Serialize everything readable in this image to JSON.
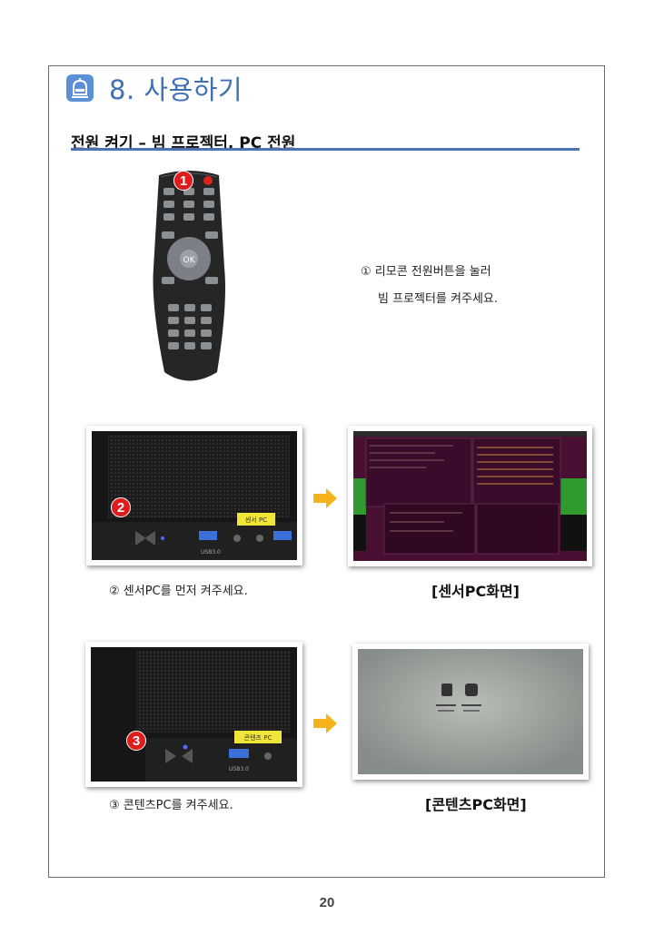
{
  "header": {
    "title": "8. 사용하기",
    "icon": "robot-icon",
    "accent": "#3f6fb4"
  },
  "section": {
    "title": "전원 켜기 – 빔 프로젝터, PC 전원",
    "line_color": "#4a73b6"
  },
  "step1": {
    "badge": "1",
    "line1": "① 리모콘 전원버튼을 눌러",
    "line2": "빔 프로젝터를 켜주세요.",
    "remote_ok": "OK"
  },
  "step2": {
    "badge": "2",
    "caption": "② 센서PC를 먼저 켜주세요.",
    "label_sticker": "센서 PC",
    "screen_caption": "[센서PC화면]",
    "usb_text": "USB3.0"
  },
  "step3": {
    "badge": "3",
    "caption": "③ 콘텐츠PC를 켜주세요.",
    "label_sticker": "콘텐츠 PC",
    "screen_caption": "[콘텐츠PC화면]",
    "usb_text": "USB3.0"
  },
  "badge_color": "#e01b1b",
  "arrow_color": "#f5b21a",
  "page_number": "20"
}
